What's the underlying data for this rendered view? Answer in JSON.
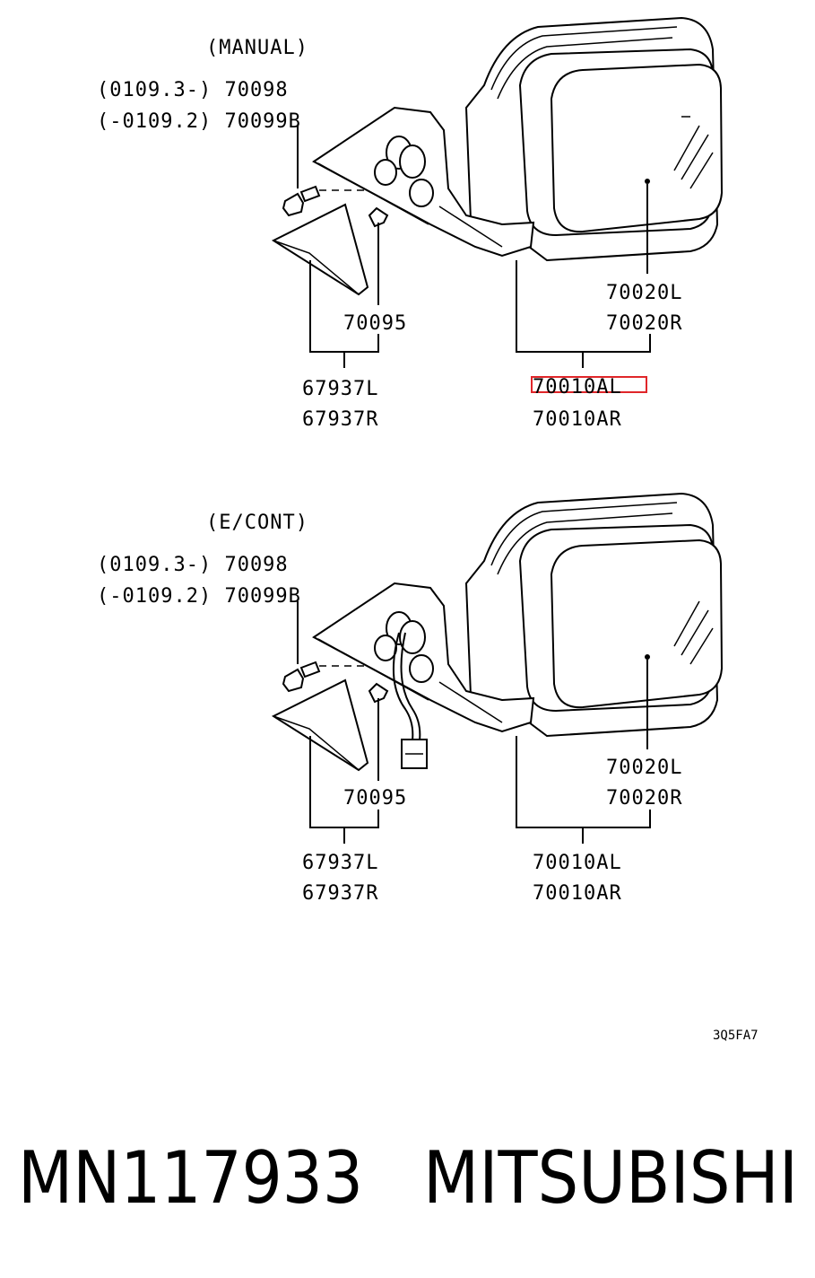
{
  "colors": {
    "ink": "#000000",
    "highlight": "#e0262a",
    "background": "#ffffff"
  },
  "views": [
    {
      "title": "(MANUAL)",
      "screw_line1": "(0109.3-) 70098",
      "screw_line2": "(-0109.2) 70099B",
      "clip": "70095",
      "cover_l": "67937L",
      "cover_r": "67937R",
      "glass_l": "70020L",
      "glass_r": "70020R",
      "mirror_l": "70010AL",
      "mirror_r": "70010AR"
    },
    {
      "title": "(E/CONT)",
      "screw_line1": "(0109.3-) 70098",
      "screw_line2": "(-0109.2) 70099B",
      "clip": "70095",
      "cover_l": "67937L",
      "cover_r": "67937R",
      "glass_l": "70020L",
      "glass_r": "70020R",
      "mirror_l": "70010AL",
      "mirror_r": "70010AR"
    }
  ],
  "highlighted_part": "70010AL",
  "drawing_code": "3Q5FA7",
  "footer": {
    "part_number": "MN117933",
    "brand": "MITSUBISHI"
  }
}
